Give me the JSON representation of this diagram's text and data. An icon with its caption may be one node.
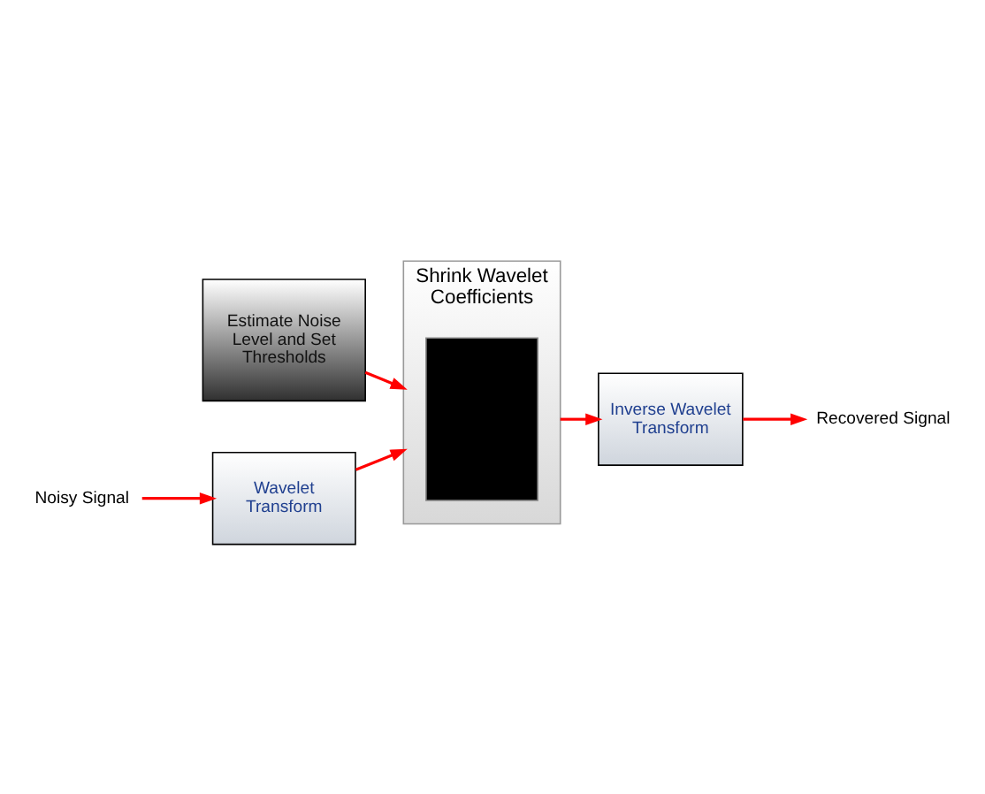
{
  "diagram": {
    "nodes": [
      {
        "text": [
          "Estimate Noise Level and Set Thresholds"
        ]
      },
      {
        "text": [
          "Noisy Signal"
        ]
      },
      {
        "text": [
          "Wavelet Transform"
        ]
      },
      {
        "text": [
          "Shrink Wavelet Coefficients"
        ]
      },
      {
        "text": [],
        "shape": "box",
        "in": 3
      },
      {
        "text": [
          "Inverse Wavelet Transform"
        ]
      },
      {
        "text": [
          "Recovered Signal"
        ]
      }
    ],
    "edges": [
      {
        "from": 0,
        "to": 3,
        "arrow": "to"
      },
      {
        "from": 1,
        "to": 2,
        "arrow": "to"
      },
      {
        "from": 2,
        "to": 3,
        "arrow": "to"
      },
      {
        "from": 3,
        "to": 5,
        "arrow": "to"
      },
      {
        "from": 5,
        "to": 6,
        "arrow": "to"
      }
    ]
  }
}
